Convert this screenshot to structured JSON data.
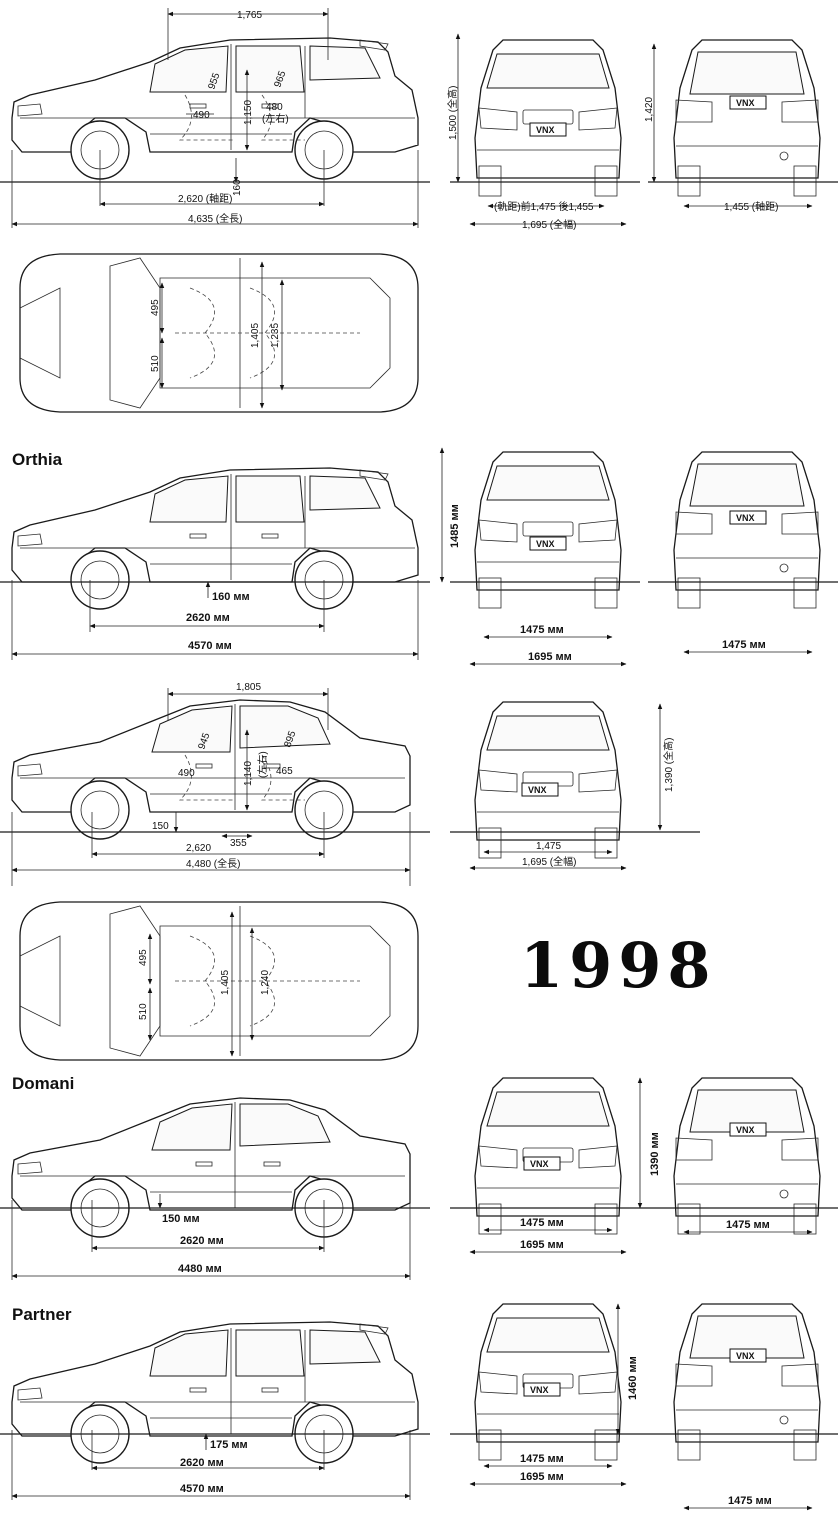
{
  "year": "1998",
  "plate_text": "VNX",
  "sections": [
    {
      "id": "wagon-jdm",
      "title": "",
      "top": 0
    },
    {
      "id": "orthia",
      "title": "Orthia"
    },
    {
      "id": "sedan-jdm",
      "title": ""
    },
    {
      "id": "domani",
      "title": "Domani"
    },
    {
      "id": "partner",
      "title": "Partner"
    }
  ],
  "wagon_jdm": {
    "roof_length": "1,765",
    "rear_headroom": "965",
    "front_headroom": "955",
    "front_leg": "490",
    "seat_height": "1,150",
    "rear_leg": "480",
    "rear_leg_note": "(左右)",
    "ground": "160",
    "wheelbase": "2,620 (軸距)",
    "length": "4,635 (全長)",
    "height_front": "1,500 (全高)",
    "tread_front": "(軌距)前1,475 後1,455",
    "width": "1,695 (全幅)",
    "height_rear": "1,420",
    "tread_rear": "1,455 (軸距)",
    "top_seat_a": "495",
    "top_seat_b": "510",
    "top_width_a": "1,405",
    "top_width_b": "1,235"
  },
  "orthia": {
    "height": "1485 мм",
    "ground": "160 мм",
    "wheelbase": "2620 мм",
    "length": "4570 мм",
    "tread_front": "1475 мм",
    "width": "1695 мм",
    "tread_rear": "1475 мм"
  },
  "sedan_jdm": {
    "roof_length": "1,805",
    "front_headroom": "945",
    "rear_headroom": "895",
    "front_leg": "490",
    "seat_height": "1,140",
    "rear_leg": "465",
    "rear_leg_note": "(左右)",
    "ground": "150",
    "wheelbase": "2,620",
    "offset": "355",
    "length": "4,480 (全長)",
    "height": "1,390 (全高)",
    "tread_front": "1,475",
    "width": "1,695 (全幅)",
    "top_seat_a": "495",
    "top_seat_b": "510",
    "top_width_a": "1,405",
    "top_width_b": "1,240"
  },
  "domani": {
    "height": "1390 мм",
    "ground": "150 мм",
    "wheelbase": "2620 мм",
    "length": "4480 мм",
    "tread_front": "1475 мм",
    "width": "1695 мм",
    "tread_rear": "1475 мм"
  },
  "partner": {
    "height": "1460 мм",
    "ground": "175 мм",
    "wheelbase": "2620 мм",
    "length": "4570 мм",
    "tread_front": "1475 мм",
    "width": "1695 мм",
    "tread_rear": "1475 мм"
  }
}
